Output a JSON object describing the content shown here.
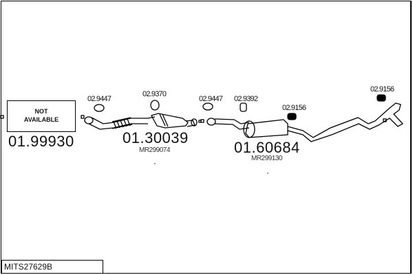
{
  "not_available_label": "NOT AVAILABLE",
  "diagram_code": "MITS27629B",
  "parts": [
    {
      "number": "01.99930"
    },
    {
      "number": "01.30039",
      "oe": "MR299074"
    },
    {
      "number": "01.60684",
      "oe": "MR299130"
    }
  ],
  "accessories": [
    "02.9447",
    "02.9370",
    "02.9447",
    "02.9392",
    "02.9156",
    "02.9156"
  ]
}
